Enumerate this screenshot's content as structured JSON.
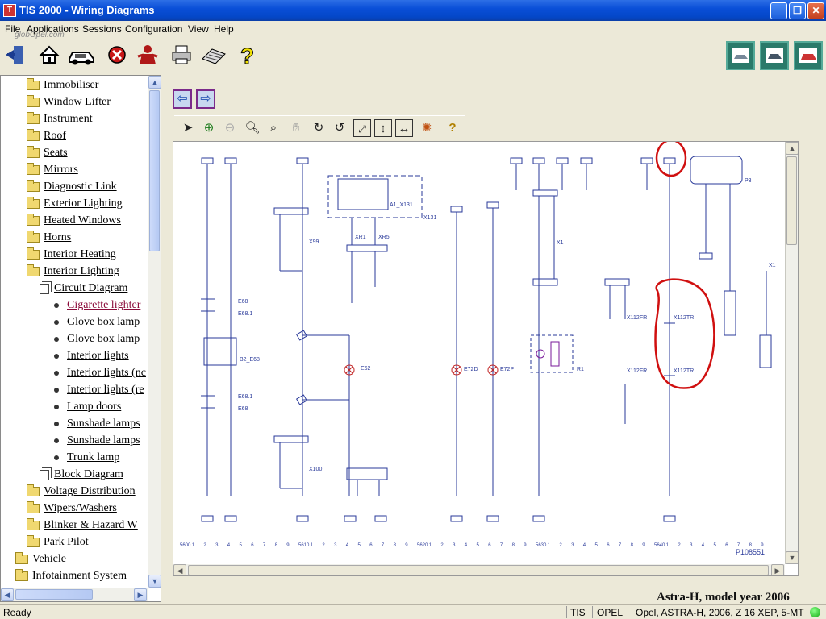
{
  "window": {
    "title": "TIS 2000 - Wiring Diagrams",
    "minimize": "_",
    "maximize": "❐",
    "close": "✕"
  },
  "menu": [
    "File",
    "Applications",
    "Sessions",
    "Configuration",
    "View",
    "Help"
  ],
  "watermark": "globOpel.com",
  "toolbar_icons": [
    "exit-icon",
    "home-icon",
    "vehicle-icon",
    "stop-icon",
    "person-icon",
    "print-icon",
    "keyboard-icon",
    "help-icon"
  ],
  "toolbar_right_icons": [
    "car-data-icon",
    "vehicle-select-icon",
    "car-icon"
  ],
  "tree": {
    "items": [
      {
        "label": "Immobiliser",
        "type": "folder"
      },
      {
        "label": "Window Lifter",
        "type": "folder"
      },
      {
        "label": "Instrument",
        "type": "folder"
      },
      {
        "label": "Roof",
        "type": "folder"
      },
      {
        "label": "Seats",
        "type": "folder"
      },
      {
        "label": "Mirrors",
        "type": "folder"
      },
      {
        "label": "Diagnostic Link",
        "type": "folder"
      },
      {
        "label": "Exterior Lighting",
        "type": "folder"
      },
      {
        "label": "Heated Windows",
        "type": "folder"
      },
      {
        "label": "Horns",
        "type": "folder"
      },
      {
        "label": "Interior Heating",
        "type": "folder"
      },
      {
        "label": "Interior Lighting",
        "type": "folder-open"
      },
      {
        "label": "Circuit Diagram",
        "type": "doc"
      },
      {
        "label": "Cigarette lighter",
        "type": "leaf",
        "selected": true
      },
      {
        "label": "Glove box lamp",
        "type": "leaf"
      },
      {
        "label": "Glove box lamp",
        "type": "leaf"
      },
      {
        "label": "Interior lights",
        "type": "leaf"
      },
      {
        "label": "Interior lights (nc",
        "type": "leaf"
      },
      {
        "label": "Interior lights (re",
        "type": "leaf"
      },
      {
        "label": "Lamp doors",
        "type": "leaf"
      },
      {
        "label": "Sunshade lamps",
        "type": "leaf"
      },
      {
        "label": "Sunshade lamps",
        "type": "leaf"
      },
      {
        "label": "Trunk lamp",
        "type": "leaf"
      },
      {
        "label": "Block Diagram",
        "type": "doc"
      },
      {
        "label": "Voltage Distribution",
        "type": "folder"
      },
      {
        "label": "Wipers/Washers",
        "type": "folder"
      },
      {
        "label": "Blinker & Hazard W",
        "type": "folder"
      },
      {
        "label": "Park Pilot",
        "type": "folder"
      },
      {
        "label": "Vehicle",
        "type": "folder-root"
      },
      {
        "label": "Infotainment System",
        "type": "folder-root"
      }
    ]
  },
  "nav": {
    "back": "⇦",
    "forward": "⇨"
  },
  "diagram_tools": [
    "pointer-icon",
    "zoom-in-icon",
    "zoom-out-disabled-icon",
    "zoom-icon",
    "zoom-area-icon",
    "pan-hand-icon",
    "rotate-right-icon",
    "rotate-left-icon",
    "fit-page-icon",
    "fit-height-icon",
    "fit-width-icon",
    "highlight-icon",
    "help-icon"
  ],
  "diagram": {
    "labels": {
      "e68": "E68",
      "e68_1": "E68.1",
      "b2_e68": "B2_E68",
      "e68_1b": "E68.1",
      "e68b": "E68",
      "x99": "X99",
      "x100": "X100",
      "e62": "E62",
      "a1_x131": "A1_X131",
      "x131": "X131",
      "xr1": "XR1",
      "xr5": "XR5",
      "e72d": "E72D",
      "e72p": "E72P",
      "x1": "X1",
      "r1": "R1",
      "x112fr_a": "X112FR",
      "x112tr_a": "X112TR",
      "x112fr_b": "X112FR",
      "x112tr_b": "X112TR",
      "p3": "P3",
      "x1b": "X1",
      "ref": "P108551",
      "bottom_text": "Astra-H, model year 2006"
    },
    "ruler": [
      "5600",
      "1",
      "2",
      "3",
      "4",
      "5",
      "6",
      "7",
      "8",
      "9",
      "5610",
      "1",
      "2",
      "3",
      "4",
      "5",
      "6",
      "7",
      "8",
      "9",
      "5620",
      "1",
      "2",
      "3",
      "4",
      "5",
      "6",
      "7",
      "8",
      "9",
      "5630",
      "1",
      "2",
      "3",
      "4",
      "5",
      "6",
      "7",
      "8",
      "9",
      "5640",
      "1",
      "2",
      "3",
      "4",
      "5",
      "6",
      "7",
      "8",
      "9"
    ]
  },
  "status": {
    "ready": "Ready",
    "system": "TIS",
    "brand": "OPEL",
    "vehicle": "Opel, ASTRA-H, 2006, Z 16 XEP, 5-MT"
  },
  "colors": {
    "title_blue": "#0a4fd8",
    "diagram_blue": "#2a3a9a",
    "annotation_red": "#d01010",
    "selected_item": "#8b0b3a"
  }
}
